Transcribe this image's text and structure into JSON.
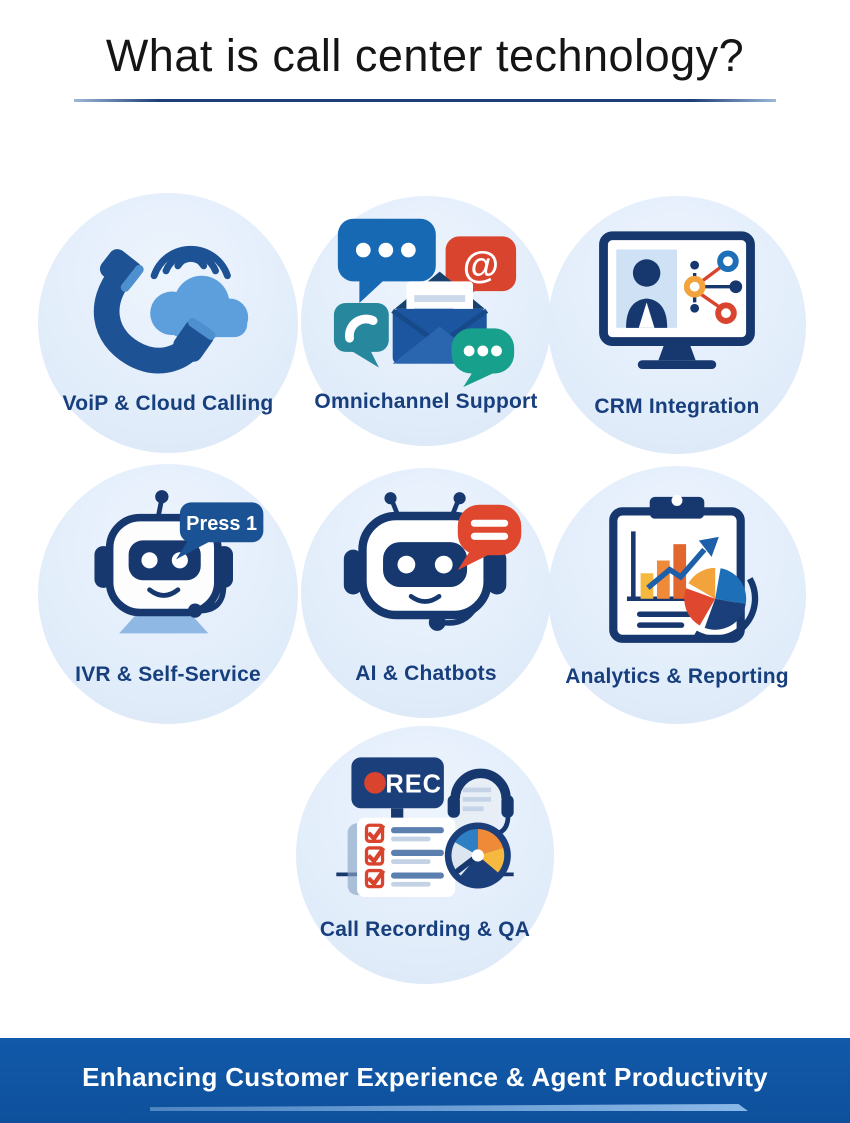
{
  "header": {
    "title": "What is call center technology?"
  },
  "cards": [
    {
      "label": "VoiP & Cloud Calling",
      "icon": "voip-cloud-phone"
    },
    {
      "label": "Omnichannel Support",
      "icon": "multichannel-bubbles-envelope",
      "at_symbol": "@"
    },
    {
      "label": "CRM Integration",
      "icon": "monitor-contact-network"
    },
    {
      "label": "IVR & Self-Service",
      "icon": "robot-headset",
      "bubble_text": "Press 1"
    },
    {
      "label": "AI & Chatbots",
      "icon": "chatbot-speech-bubble"
    },
    {
      "label": "Analytics & Reporting",
      "icon": "clipboard-charts-pie"
    },
    {
      "label": "Call Recording & QA",
      "icon": "rec-checklist-gauge",
      "badge_text": "REC"
    }
  ],
  "footer": {
    "text": "Enhancing Customer Experience & Agent Productivity"
  },
  "colors": {
    "navy": "#16386e",
    "phone_blue": "#1d5295",
    "mid_blue": "#1d6fb8",
    "cloud_blue": "#5d9fdd",
    "circle_fill": "#e3eefb",
    "label_navy": "#173e7d",
    "banner_blue": "#0f56a4",
    "banner_underline": "#8ab8e8",
    "red": "#d9442f",
    "teal": "#27879c",
    "green_teal": "#17a08c",
    "amber": "#f2a33c",
    "orange": "#ef8a38"
  }
}
